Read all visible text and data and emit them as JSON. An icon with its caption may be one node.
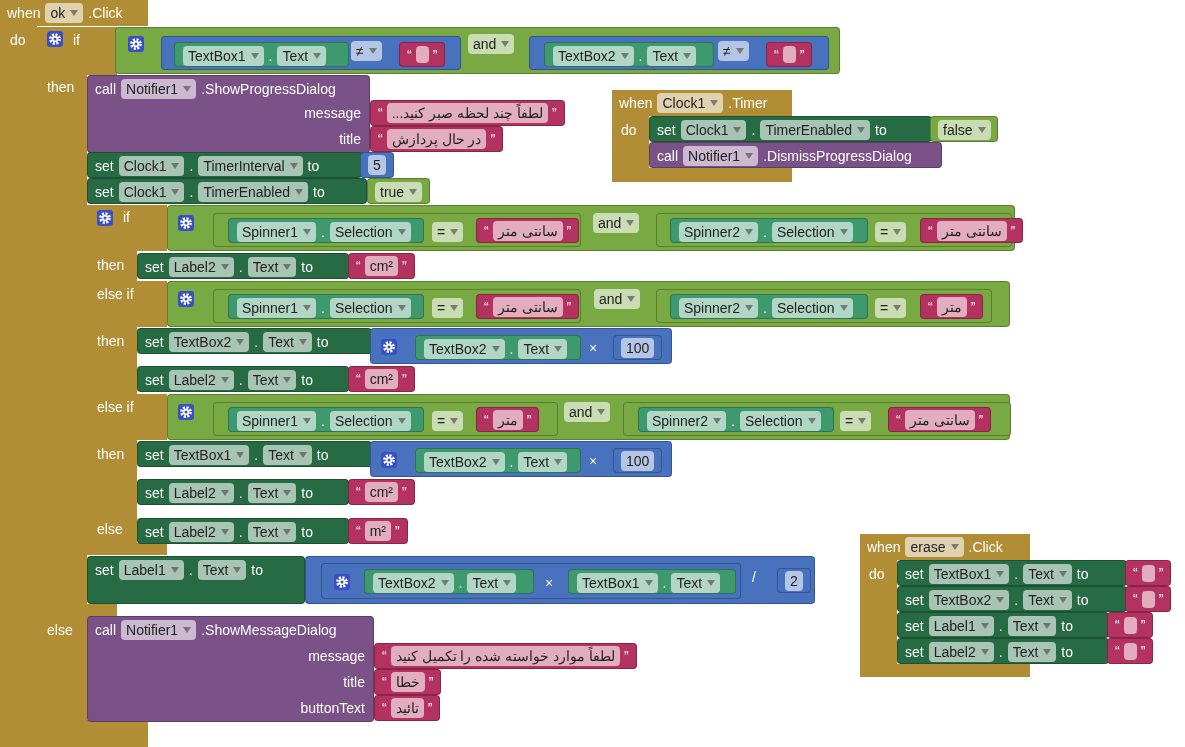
{
  "diagram": {
    "nodes": [
      {
        "text": [
          "when",
          "ok",
          ".Click",
          "do"
        ]
      },
      {
        "text": [
          "if",
          "then",
          "else"
        ],
        "in": 0
      },
      {
        "text": [
          "and"
        ]
      },
      {
        "text": [
          "≠"
        ],
        "in": 2
      },
      {
        "text": [
          "TextBox1",
          ".",
          "Text"
        ],
        "in": 3
      },
      {
        "text": [
          "“",
          "”"
        ],
        "in": 3
      },
      {
        "text": [
          "≠"
        ],
        "in": 2
      },
      {
        "text": [
          "TextBox2",
          ".",
          "Text"
        ],
        "in": 6
      },
      {
        "text": [
          "“",
          "”"
        ],
        "in": 6
      },
      {
        "text": [
          "call",
          "Notifier1",
          ".ShowProgressDialog",
          "message",
          "title"
        ]
      },
      {
        "text": [
          "“",
          "لطفاً چند لحظه صبر کنید...",
          "”"
        ]
      },
      {
        "text": [
          "“",
          "در حال پردازش",
          "”"
        ]
      },
      {
        "text": [
          "set",
          "Clock1",
          ".",
          "TimerInterval",
          "to"
        ]
      },
      {
        "text": [
          "5"
        ]
      },
      {
        "text": [
          "set",
          "Clock1",
          ".",
          "TimerEnabled",
          "to"
        ]
      },
      {
        "text": [
          "true"
        ]
      },
      {
        "text": [
          "if",
          "then",
          "else if",
          "then",
          "else if",
          "then",
          "else"
        ]
      },
      {
        "text": [
          "and"
        ]
      },
      {
        "text": [
          "="
        ],
        "in": 17
      },
      {
        "text": [
          "Spinner1",
          ".",
          "Selection"
        ],
        "in": 18
      },
      {
        "text": [
          "“",
          "سانتی متر",
          "”"
        ],
        "in": 18
      },
      {
        "text": [
          "="
        ],
        "in": 17
      },
      {
        "text": [
          "Spinner2",
          ".",
          "Selection"
        ],
        "in": 21
      },
      {
        "text": [
          "“",
          "سانتی متر",
          "”"
        ],
        "in": 21
      },
      {
        "text": [
          "set",
          "Label2",
          ".",
          "Text",
          "to"
        ]
      },
      {
        "text": [
          "“",
          "cm²",
          "”"
        ]
      },
      {
        "text": [
          "and"
        ]
      },
      {
        "text": [
          "="
        ],
        "in": 26
      },
      {
        "text": [
          "Spinner1",
          ".",
          "Selection"
        ],
        "in": 27
      },
      {
        "text": [
          "“",
          "سانتی متر",
          "”"
        ],
        "in": 27
      },
      {
        "text": [
          "="
        ],
        "in": 26
      },
      {
        "text": [
          "Spinner2",
          ".",
          "Selection"
        ],
        "in": 30
      },
      {
        "text": [
          "“",
          "متر",
          "”"
        ],
        "in": 30
      },
      {
        "text": [
          "set",
          "TextBox2",
          ".",
          "Text",
          "to"
        ]
      },
      {
        "text": [
          "×"
        ]
      },
      {
        "text": [
          "TextBox2",
          ".",
          "Text"
        ],
        "in": 34
      },
      {
        "text": [
          "100"
        ],
        "in": 34
      },
      {
        "text": [
          "set",
          "Label2",
          ".",
          "Text",
          "to"
        ]
      },
      {
        "text": [
          "“",
          "cm²",
          "”"
        ]
      },
      {
        "text": [
          "and"
        ]
      },
      {
        "text": [
          "="
        ],
        "in": 39
      },
      {
        "text": [
          "Spinner1",
          ".",
          "Selection"
        ],
        "in": 40
      },
      {
        "text": [
          "“",
          "متر",
          "”"
        ],
        "in": 40
      },
      {
        "text": [
          "="
        ],
        "in": 39
      },
      {
        "text": [
          "Spinner2",
          ".",
          "Selection"
        ],
        "in": 43
      },
      {
        "text": [
          "“",
          "سانتی متر",
          "”"
        ],
        "in": 43
      },
      {
        "text": [
          "set",
          "TextBox1",
          ".",
          "Text",
          "to"
        ]
      },
      {
        "text": [
          "×"
        ]
      },
      {
        "text": [
          "TextBox2",
          ".",
          "Text"
        ],
        "in": 47
      },
      {
        "text": [
          "100"
        ],
        "in": 47
      },
      {
        "text": [
          "set",
          "Label2",
          ".",
          "Text",
          "to"
        ]
      },
      {
        "text": [
          "“",
          "cm²",
          "”"
        ]
      },
      {
        "text": [
          "set",
          "Label2",
          ".",
          "Text",
          "to"
        ]
      },
      {
        "text": [
          "“",
          "m²",
          "”"
        ]
      },
      {
        "text": [
          "set",
          "Label1",
          ".",
          "Text",
          "to"
        ]
      },
      {
        "text": [
          "/"
        ]
      },
      {
        "text": [
          "×"
        ],
        "in": 55
      },
      {
        "text": [
          "TextBox2",
          ".",
          "Text"
        ],
        "in": 56
      },
      {
        "text": [
          "TextBox1",
          ".",
          "Text"
        ],
        "in": 56
      },
      {
        "text": [
          "2"
        ],
        "in": 55
      },
      {
        "text": [
          "call",
          "Notifier1",
          ".ShowMessageDialog",
          "message",
          "title",
          "buttonText"
        ]
      },
      {
        "text": [
          "“",
          "لطفاً موارد خواسته شده را تکمیل کنید",
          "”"
        ]
      },
      {
        "text": [
          "“",
          "خطا",
          "”"
        ]
      },
      {
        "text": [
          "“",
          "تائید",
          "”"
        ]
      },
      {
        "text": [
          "when",
          "Clock1",
          ".Timer",
          "do"
        ]
      },
      {
        "text": [
          "set",
          "Clock1",
          ".",
          "TimerEnabled",
          "to"
        ]
      },
      {
        "text": [
          "false"
        ]
      },
      {
        "text": [
          "call",
          "Notifier1",
          ".DismissProgressDialog"
        ]
      },
      {
        "text": [
          "when",
          "erase",
          ".Click",
          "do"
        ]
      },
      {
        "text": [
          "set",
          "TextBox1",
          ".",
          "Text",
          "to"
        ]
      },
      {
        "text": [
          "“",
          "”"
        ]
      },
      {
        "text": [
          "set",
          "TextBox2",
          ".",
          "Text",
          "to"
        ]
      },
      {
        "text": [
          "“",
          "”"
        ]
      },
      {
        "text": [
          "set",
          "Label1",
          ".",
          "Text",
          "to"
        ]
      },
      {
        "text": [
          "“",
          "”"
        ]
      },
      {
        "text": [
          "set",
          "Label2",
          ".",
          "Text",
          "to"
        ]
      },
      {
        "text": [
          "“",
          "”"
        ]
      }
    ]
  }
}
